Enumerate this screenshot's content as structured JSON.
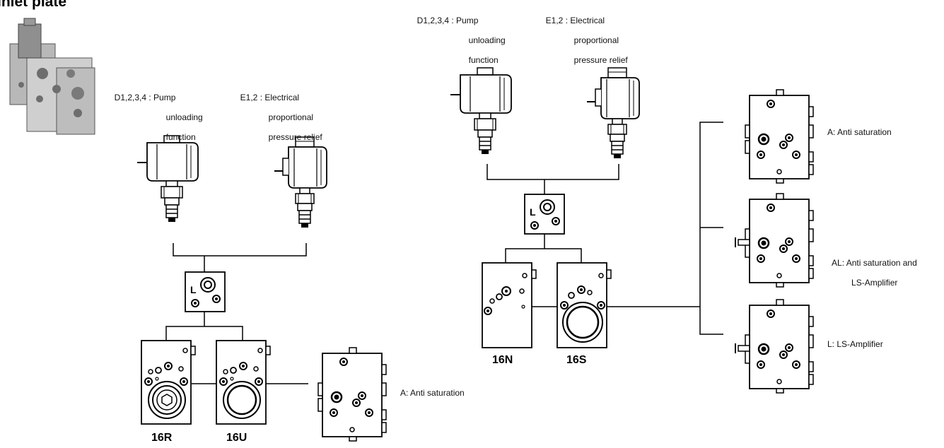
{
  "title": "Inlet plate",
  "left": {
    "valve_d": {
      "code": "D1,2,3,4 :",
      "desc": [
        "Pump",
        "unloading",
        "function"
      ]
    },
    "valve_e": {
      "code": "E1,2 :",
      "desc": [
        "Electrical",
        "proportional",
        "pressure relief"
      ]
    },
    "plate_r": "16R",
    "plate_u": "16U",
    "option_a": "A: Anti saturation"
  },
  "right": {
    "valve_d": {
      "code": "D1,2,3,4 :",
      "desc": [
        "Pump",
        "unloading",
        "function"
      ]
    },
    "valve_e": {
      "code": "E1,2 :",
      "desc": [
        "Electrical",
        "proportional",
        "pressure relief"
      ]
    },
    "plate_n": "16N",
    "plate_s": "16S",
    "option_a": "A: Anti saturation",
    "option_al": [
      "AL: Anti saturation and",
      "LS-Amplifier"
    ],
    "option_l": "L: LS-Amplifier"
  },
  "adapter_mark": "L",
  "colors": {
    "line": "#000000",
    "bg": "#ffffff",
    "photo_grey": "#9a9a9a"
  }
}
